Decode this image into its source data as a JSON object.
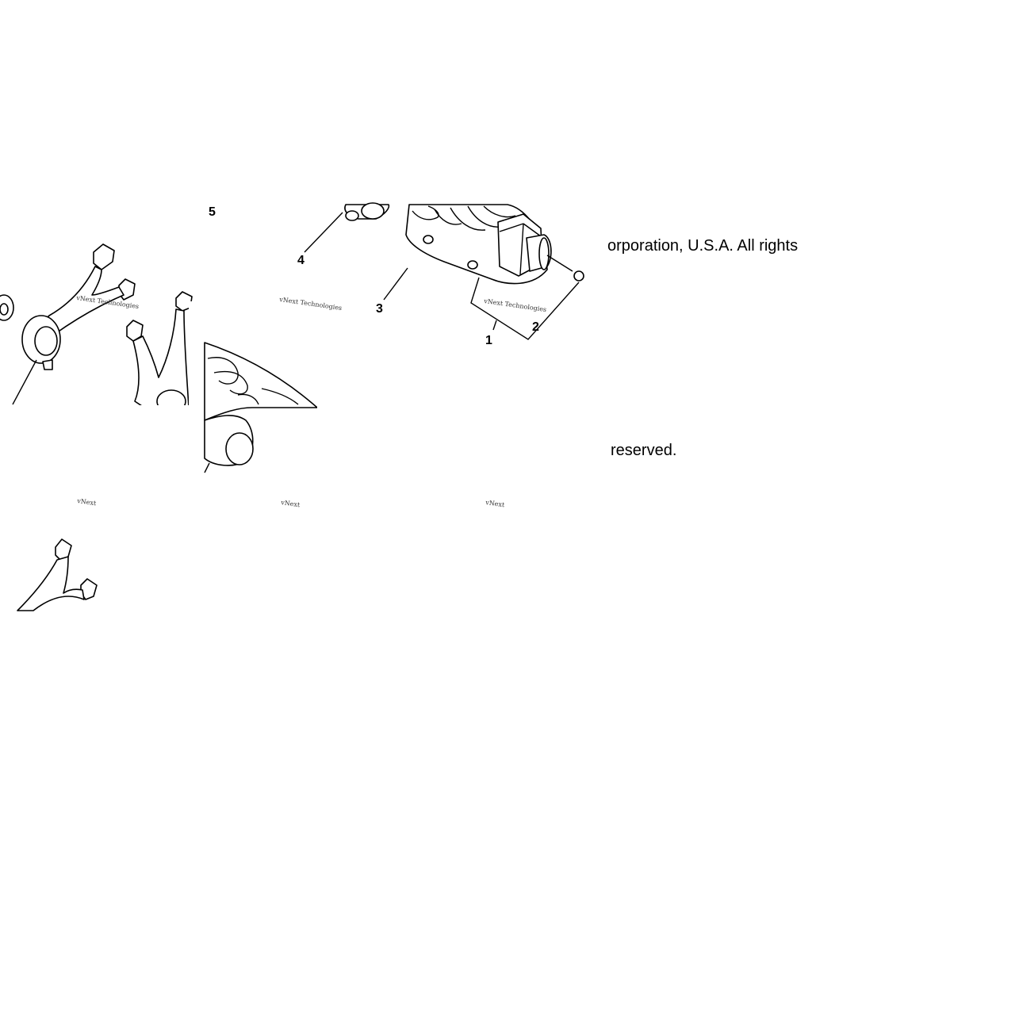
{
  "callouts": {
    "c1": "1",
    "c2": "2",
    "c3": "3",
    "c4": "4",
    "c5": "5"
  },
  "watermarks": {
    "full": "vNext Technologies",
    "partial": "vNext"
  },
  "copyright": {
    "line1": "orporation, U.S.A. All rights",
    "line2": "reserved."
  }
}
